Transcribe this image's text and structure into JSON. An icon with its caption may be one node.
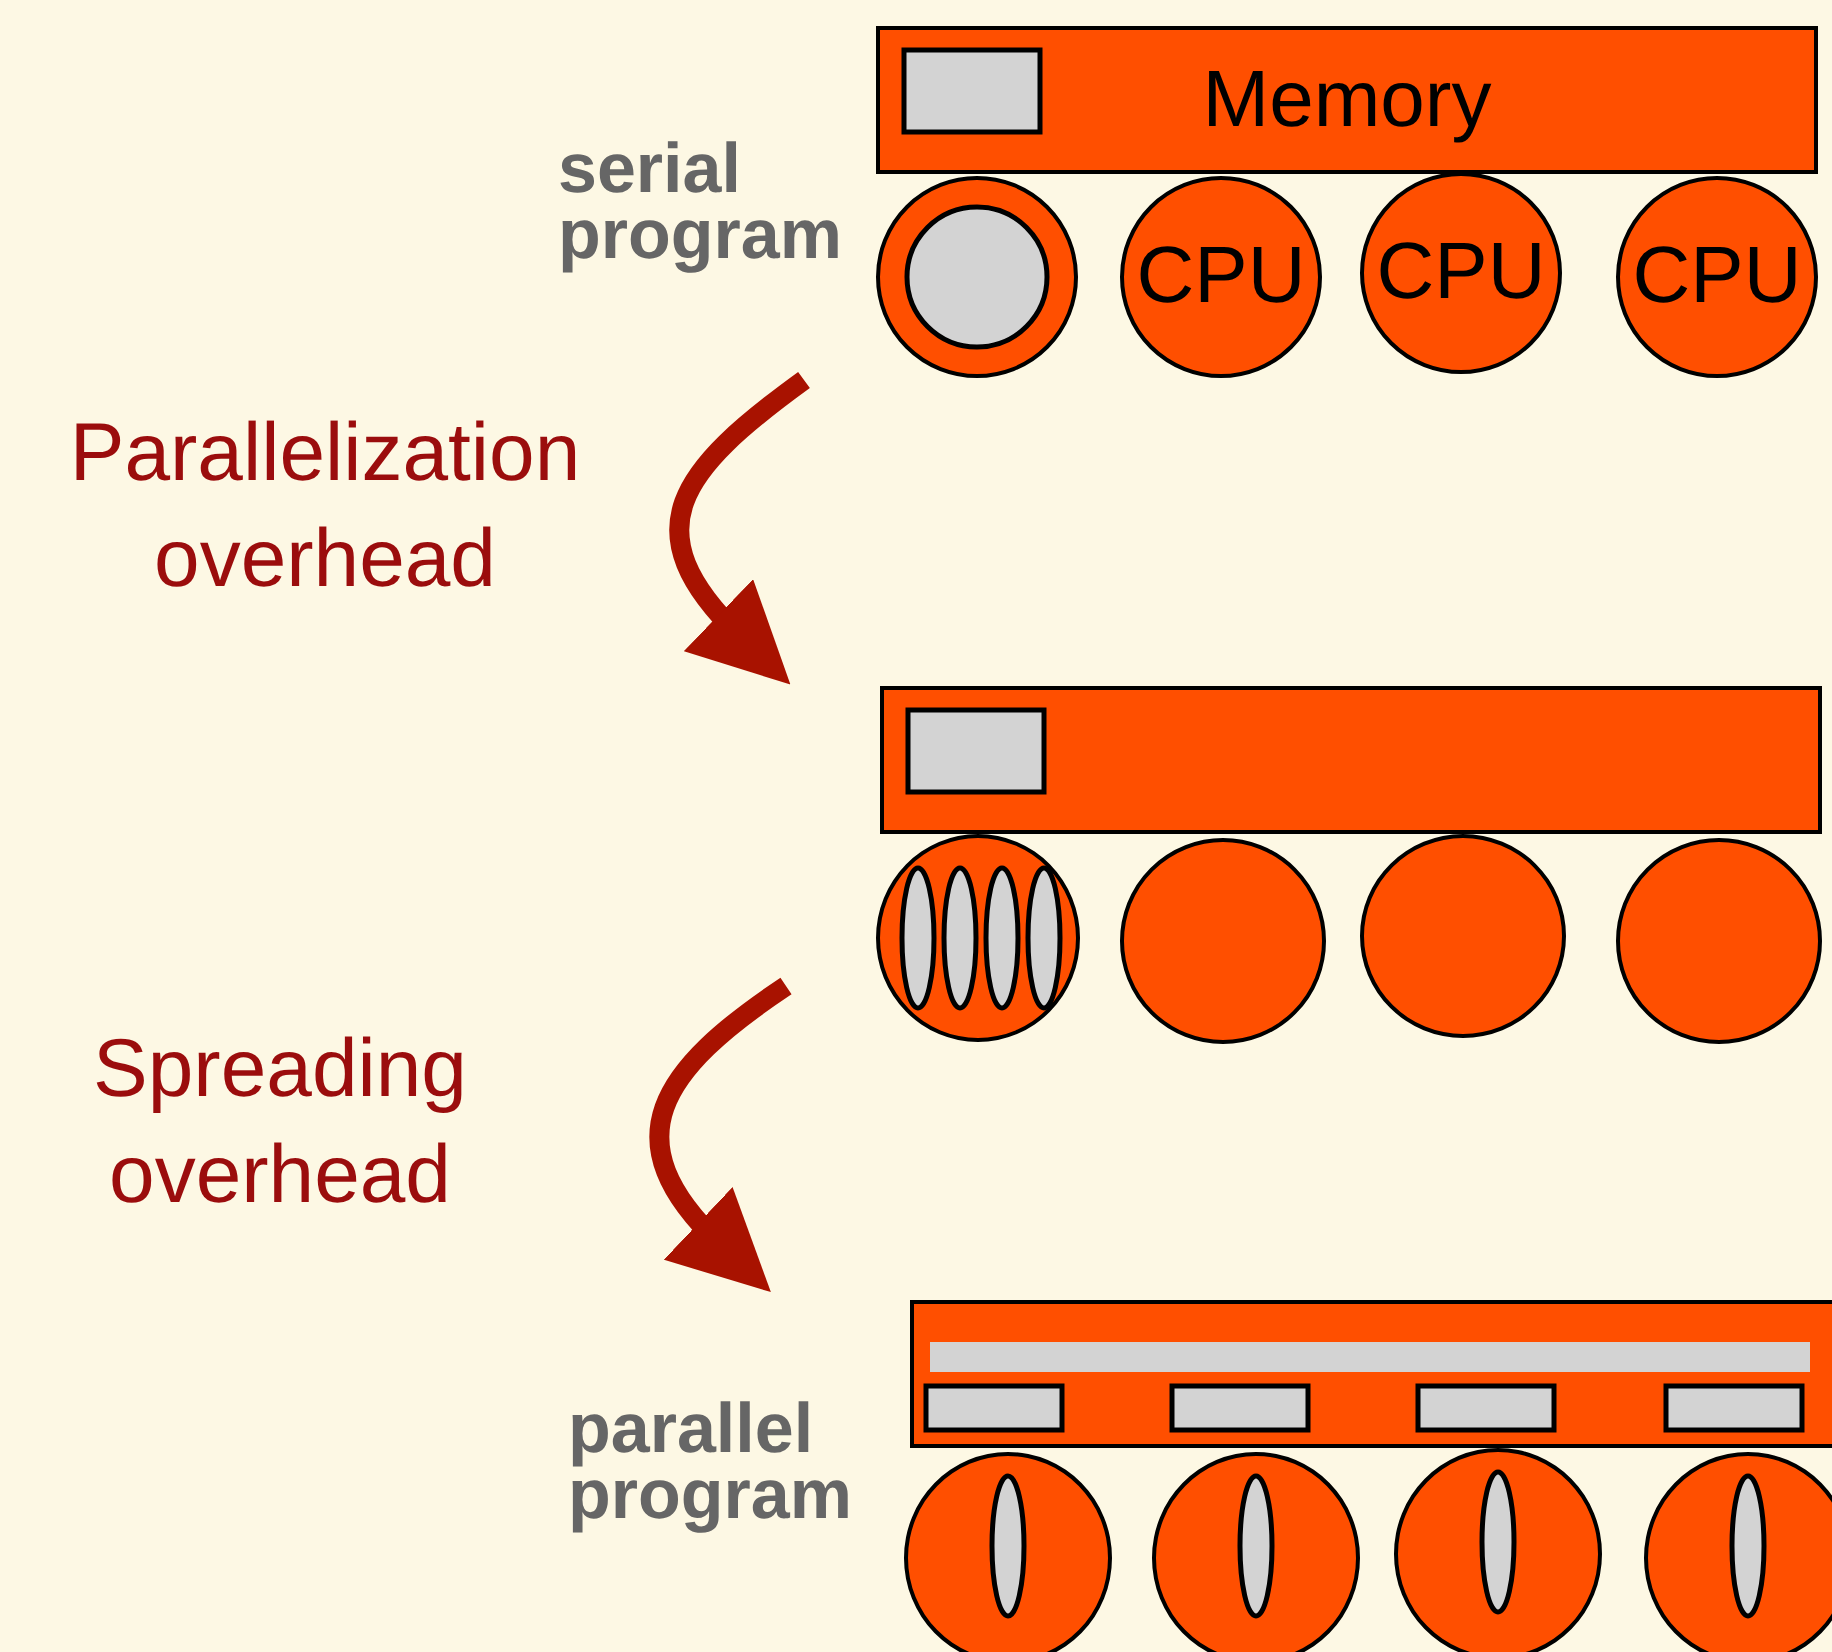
{
  "diagram": {
    "nodes": [
      {
        "text": [
          "Memory"
        ]
      },
      {
        "text": [],
        "shape": "circle"
      },
      {
        "text": [
          "CPU"
        ]
      },
      {
        "text": [
          "CPU"
        ]
      },
      {
        "text": [
          "CPU"
        ]
      },
      {
        "text": [],
        "shape": "box"
      },
      {
        "text": [],
        "shape": "circle"
      },
      {
        "text": [],
        "shape": "circle"
      },
      {
        "text": [],
        "shape": "circle"
      },
      {
        "text": [],
        "shape": "circle"
      },
      {
        "text": [],
        "shape": "box"
      },
      {
        "text": [],
        "shape": "circle"
      },
      {
        "text": [],
        "shape": "circle"
      },
      {
        "text": [],
        "shape": "circle"
      },
      {
        "text": [],
        "shape": "circle"
      }
    ],
    "labels": [
      "serial program",
      "Parallelization overhead",
      "Spreading overhead",
      "parallel program"
    ]
  }
}
